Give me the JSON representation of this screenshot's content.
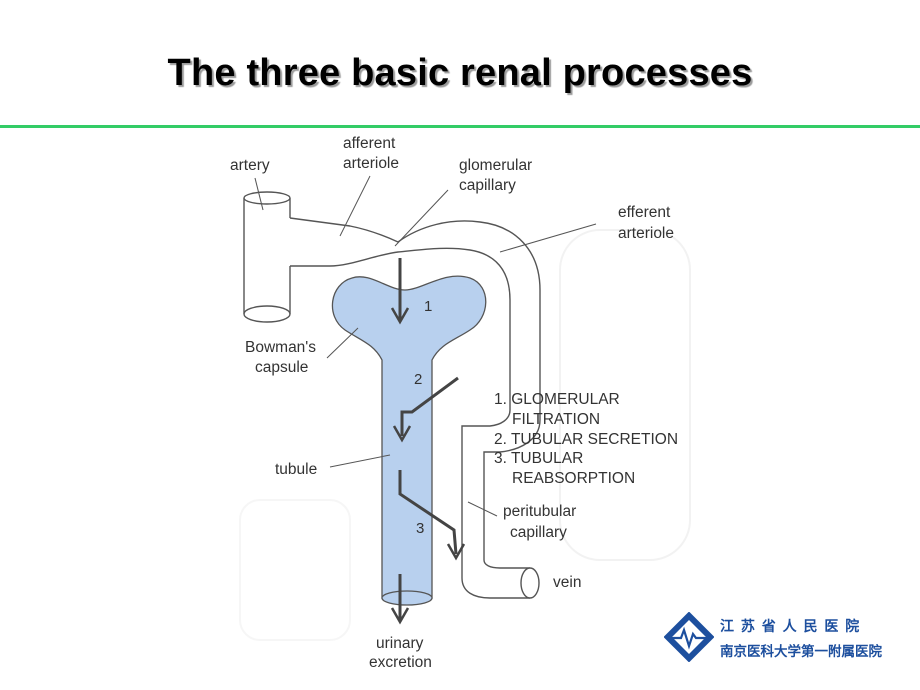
{
  "slide": {
    "title": "The three basic renal processes"
  },
  "diagram": {
    "labels": {
      "artery": "artery",
      "afferent_1": "afferent",
      "afferent_2": "arteriole",
      "glomerular_1": "glomerular",
      "glomerular_2": "capillary",
      "efferent_1": "efferent",
      "efferent_2": "arteriole",
      "bowman_1": "Bowman's",
      "bowman_2": "capsule",
      "tubule": "tubule",
      "peritubular_1": "peritubular",
      "peritubular_2": "capillary",
      "vein": "vein",
      "urinary_1": "urinary",
      "urinary_2": "excretion"
    },
    "step_numbers": [
      "1",
      "2",
      "3"
    ],
    "legend": [
      "1. GLOMERULAR",
      "FILTRATION",
      "2. TUBULAR SECRETION",
      "3. TUBULAR",
      "REABSORPTION"
    ],
    "colors": {
      "tubule_fill": "#b8d0ee",
      "vessel_stroke": "#555555",
      "arrow": "#444444",
      "rule": "#33cc66",
      "logo_blue": "#1d4f9e"
    }
  },
  "logo": {
    "line1": "江 苏 省 人 民 医 院",
    "line2": "南京医科大学第一附属医院",
    "icon": "hospital-emblem-icon"
  }
}
